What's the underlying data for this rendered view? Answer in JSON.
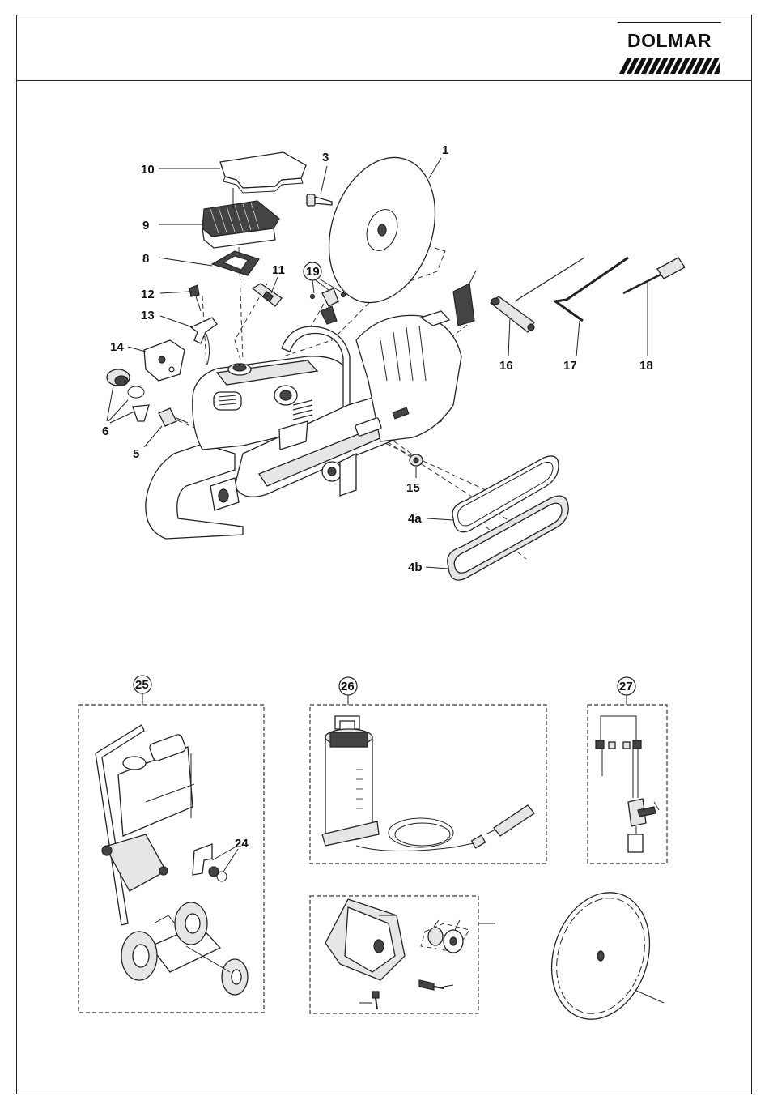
{
  "brand": {
    "name": "DOLMAR",
    "colors": {
      "ink": "#111111",
      "background": "#ffffff"
    }
  },
  "callouts": {
    "c1": "1",
    "c3": "3",
    "c4a": "4a",
    "c4b": "4b",
    "c5": "5",
    "c6": "6",
    "c8": "8",
    "c9": "9",
    "c10": "10",
    "c11": "11",
    "c12": "12",
    "c13": "13",
    "c14": "14",
    "c15": "15",
    "c16": "16",
    "c17": "17",
    "c18": "18",
    "c19": "19",
    "c24": "24",
    "c25": "25",
    "c26": "26",
    "c27": "27"
  }
}
